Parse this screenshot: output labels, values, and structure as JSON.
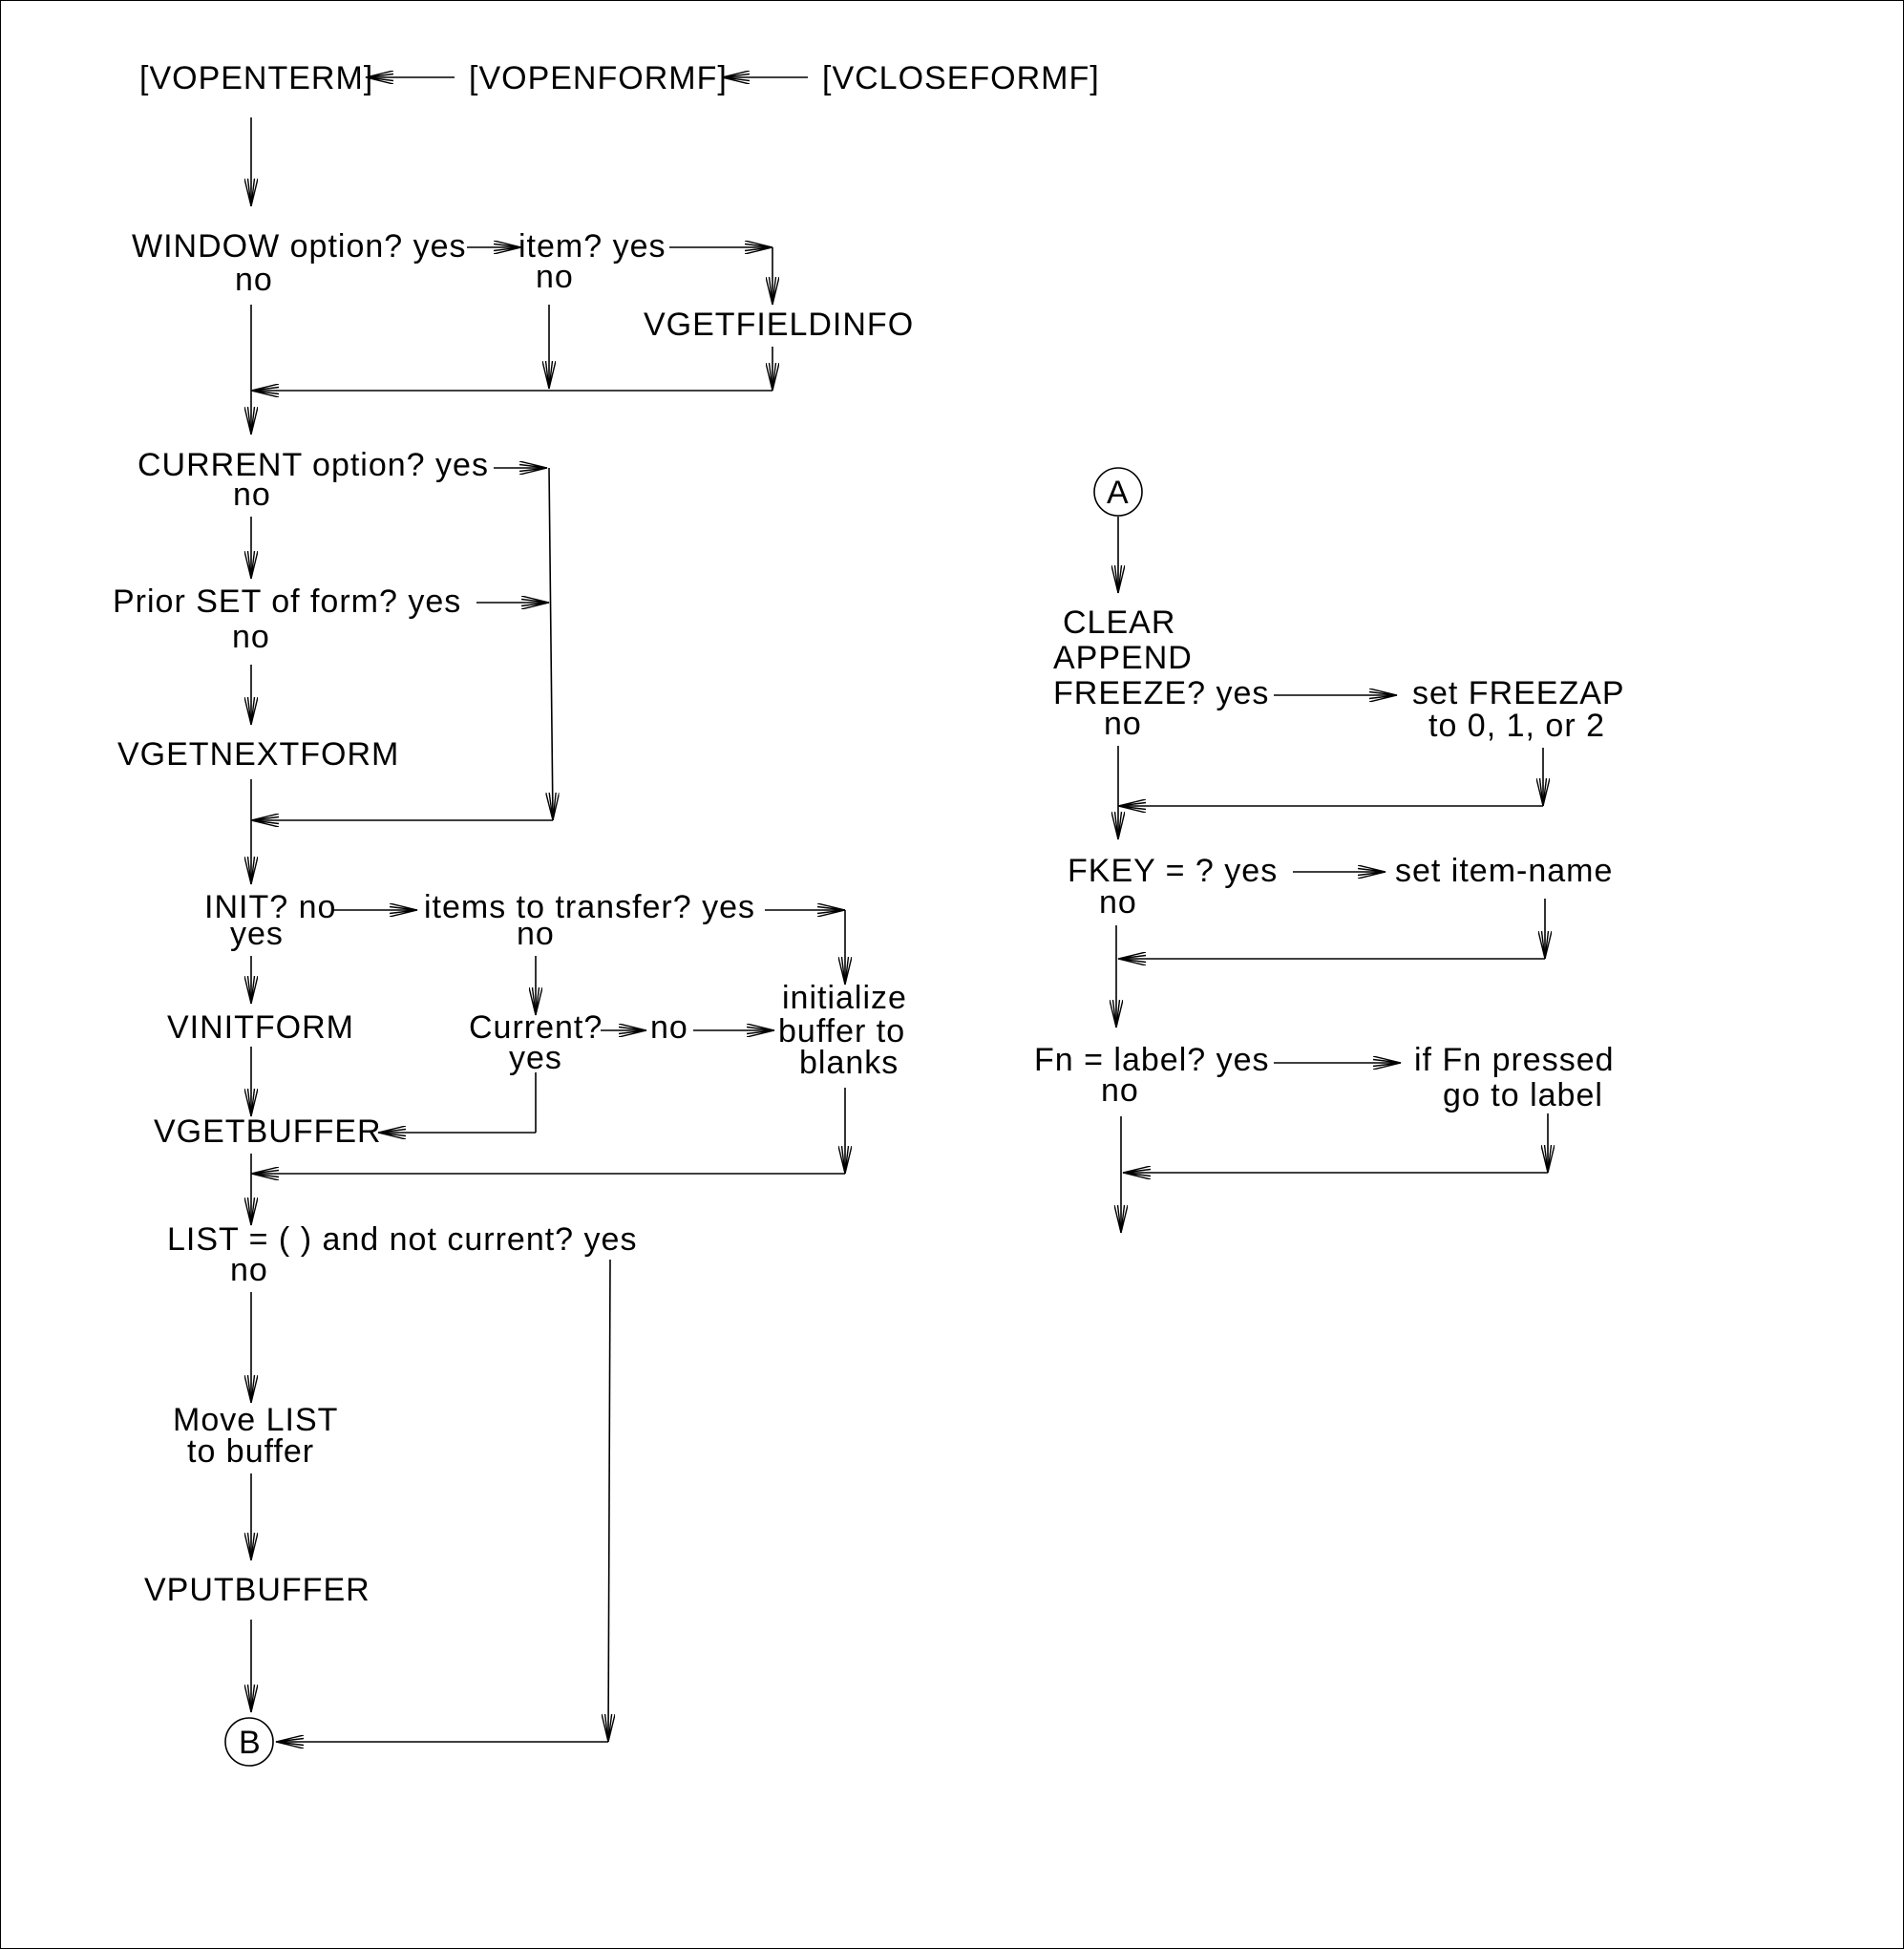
{
  "colors": {
    "ink": "#000000",
    "background": "#ffffff"
  },
  "nodes": {
    "vopenterm": "[VOPENTERM]",
    "vopenformf": "[VOPENFORMF]",
    "vcloseformf": "[VCLOSEFORMF]",
    "window_option": "WINDOW option? yes",
    "window_no": "no",
    "item_q": "item? yes",
    "item_no": "no",
    "vgetfieldinfo": "VGETFIELDINFO",
    "current_option": "CURRENT option? yes",
    "current_no": "no",
    "prior_set": "Prior SET of form? yes",
    "prior_no": "no",
    "vgetnextform": "VGETNEXTFORM",
    "init_q": "INIT? no",
    "init_yes": "yes",
    "items_transfer": "items to transfer? yes",
    "items_no": "no",
    "vinitform": "VINITFORM",
    "current_q": "Current?",
    "current_q_no": "no",
    "current_q_yes": "yes",
    "init_buf_1": "initialize",
    "init_buf_2": "buffer to",
    "init_buf_3": "blanks",
    "vgetbuffer": "VGETBUFFER",
    "list_q": "LIST = ( ) and not current? yes",
    "list_no": "no",
    "move_list_1": "Move LIST",
    "move_list_2": "to buffer",
    "vputbuffer": "VPUTBUFFER",
    "connector_b": "B",
    "connector_a": "A",
    "clear": "CLEAR",
    "append": "APPEND",
    "freeze_q": "FREEZE? yes",
    "freeze_no": "no",
    "set_freezap_1": "set FREEZAP",
    "set_freezap_2": "to 0, 1, or 2",
    "fkey_q": "FKEY = ? yes",
    "fkey_no": "no",
    "set_item_name": "set item-name",
    "fn_q": "Fn = label? yes",
    "fn_no": "no",
    "fn_pressed_1": "if Fn pressed",
    "fn_pressed_2": "go to label"
  }
}
